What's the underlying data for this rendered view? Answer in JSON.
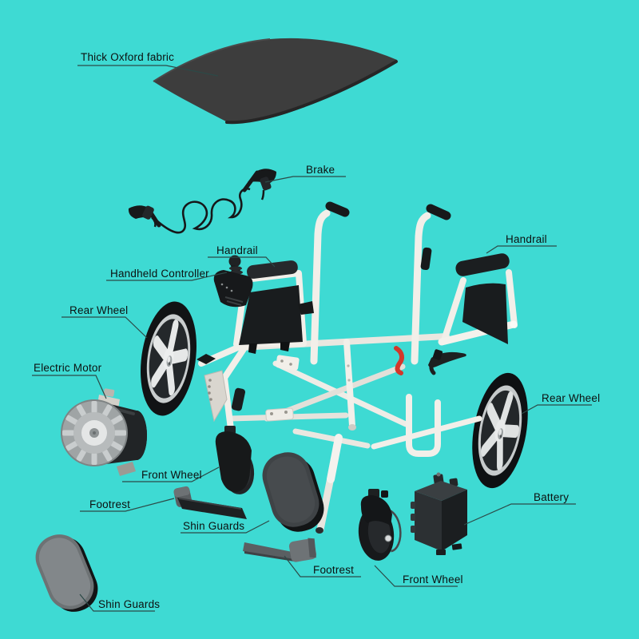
{
  "background_color": "#3EDAD3",
  "palette": {
    "frame_white": "#f2efe9",
    "dark_part": "#1d2022",
    "mid_gray": "#6e7376",
    "accent_red": "#d2372b",
    "label_text": "#0c1110",
    "leader_line": "#2c4a47"
  },
  "diagram": {
    "subject": "electric-wheelchair-exploded-parts",
    "labels": [
      {
        "id": "thick-oxford-fabric",
        "text": "Thick Oxford fabric"
      },
      {
        "id": "brake",
        "text": "Brake"
      },
      {
        "id": "handrail-left",
        "text": "Handrail"
      },
      {
        "id": "handheld-controller",
        "text": "Handheld Controller"
      },
      {
        "id": "rear-wheel-left",
        "text": "Rear Wheel"
      },
      {
        "id": "electric-motor",
        "text": "Electric Motor"
      },
      {
        "id": "front-wheel-left",
        "text": "Front Wheel"
      },
      {
        "id": "footrest-left",
        "text": "Footrest"
      },
      {
        "id": "shin-guards-center",
        "text": "Shin Guards"
      },
      {
        "id": "handrail-right",
        "text": "Handrail"
      },
      {
        "id": "rear-wheel-right",
        "text": "Rear Wheel"
      },
      {
        "id": "battery",
        "text": "Battery"
      },
      {
        "id": "footrest-bottom",
        "text": "Footrest"
      },
      {
        "id": "front-wheel-bottom",
        "text": "Front Wheel"
      },
      {
        "id": "shin-guards-bottom",
        "text": "Shin Guards"
      }
    ]
  }
}
